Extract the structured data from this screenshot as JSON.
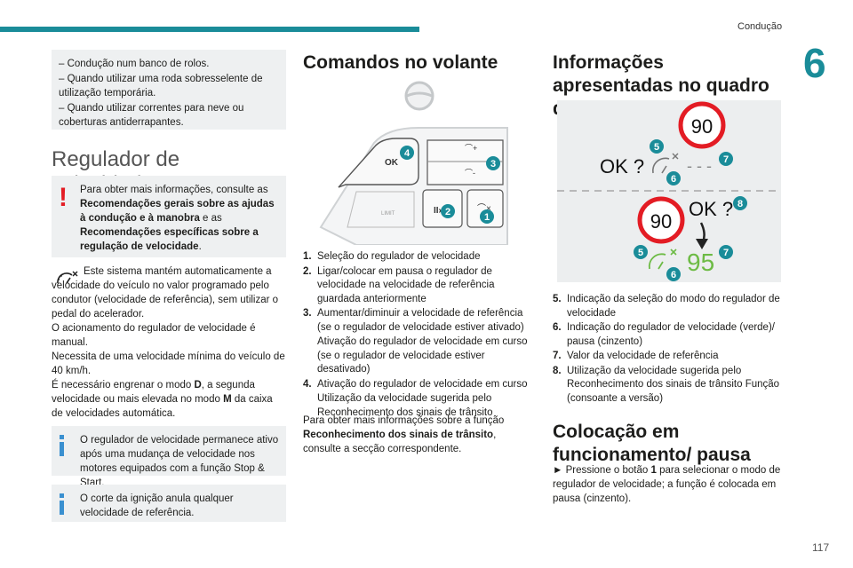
{
  "header": {
    "section": "Condução",
    "chapter": "6",
    "page": "117"
  },
  "col1": {
    "bullets": [
      "–  Condução num banco de rolos.",
      "–  Quando utilizar uma roda sobresselente de utilização temporária.",
      "–  Quando utilizar correntes para neve ou coberturas antiderrapantes."
    ],
    "heading": "Regulador de velocidade",
    "warning": {
      "pre": "Para obter mais informações, consulte as ",
      "b1": "Recomendações gerais sobre as ajudas à condução e à manobra",
      "mid": " e as ",
      "b2": "Recomendações específicas sobre a regulação de velocidade",
      "post": "."
    },
    "body1": "Este sistema mantém automaticamente a velocidade do veículo no valor programado pelo condutor (velocidade de referência), sem utilizar o pedal do acelerador.",
    "body2": "O acionamento do regulador de velocidade é manual.",
    "body3": "Necessita de uma velocidade mínima do veículo de 40 km/h.",
    "body4_pre": "É necessário engrenar o modo ",
    "body4_d": "D",
    "body4_mid": ", a segunda velocidade ou mais elevada no modo ",
    "body4_m": "M",
    "body4_post": " da caixa de velocidades automática.",
    "info1": "O regulador de velocidade permanece ativo após uma mudança de velocidade nos motores equipados com a função Stop & Start.",
    "info2": "O corte da ignição anula qualquer velocidade de referência."
  },
  "col2": {
    "heading": "Comandos no volante",
    "wheel_labels": {
      "ok": "OK",
      "limit": "LIMIT"
    },
    "callouts": [
      "1",
      "2",
      "3",
      "4"
    ],
    "items": [
      {
        "n": "1.",
        "text": "Seleção do regulador de velocidade"
      },
      {
        "n": "2.",
        "text": "Ligar/colocar em pausa o regulador de velocidade na velocidade de referência guardada anteriormente"
      },
      {
        "n": "3.",
        "text": "Aumentar/diminuir a velocidade de referência (se o regulador de velocidade estiver ativado)"
      },
      {
        "n": "",
        "text": "Ativação do regulador de velocidade em curso (se o regulador de velocidade estiver desativado)"
      },
      {
        "n": "4.",
        "text": "Ativação do regulador de velocidade em curso"
      },
      {
        "n": "",
        "text": "Utilização da velocidade sugerida pelo Reconhecimento dos sinais de trânsito"
      }
    ],
    "note_pre": "Para obter mais informações sobre a função ",
    "note_b": "Reconhecimento dos sinais de trânsito",
    "note_post": ", consulte a secção correspondente."
  },
  "col3": {
    "heading": "Informações apresentadas no quadro de bordo",
    "dash": {
      "sign_top": "90",
      "ok_top": "OK ?",
      "dashes": "- - -",
      "sign_bottom": "90",
      "ok_bottom": "OK ?",
      "speed_green": "95",
      "callouts": [
        "5",
        "6",
        "7",
        "8"
      ],
      "green": "#6dbb45",
      "red": "#e31c24"
    },
    "items": [
      {
        "n": "5.",
        "text": "Indicação da seleção do modo do regulador de velocidade"
      },
      {
        "n": "6.",
        "text": "Indicação do regulador de velocidade (verde)/ pausa (cinzento)"
      },
      {
        "n": "7.",
        "text": "Valor da velocidade de referência"
      },
      {
        "n": "8.",
        "text": "Utilização da velocidade sugerida pelo Reconhecimento dos sinais de trânsito Função (consoante a versão)"
      }
    ],
    "heading2": "Colocação em funcionamento/ pausa",
    "step_pre": "► Pressione o botão ",
    "step_b": "1",
    "step_post": " para selecionar o modo de regulador de velocidade; a função é colocada em pausa (cinzento)."
  },
  "colors": {
    "accent": "#1a8c99",
    "warning": "#e31c24",
    "info": "#3a90d0"
  }
}
